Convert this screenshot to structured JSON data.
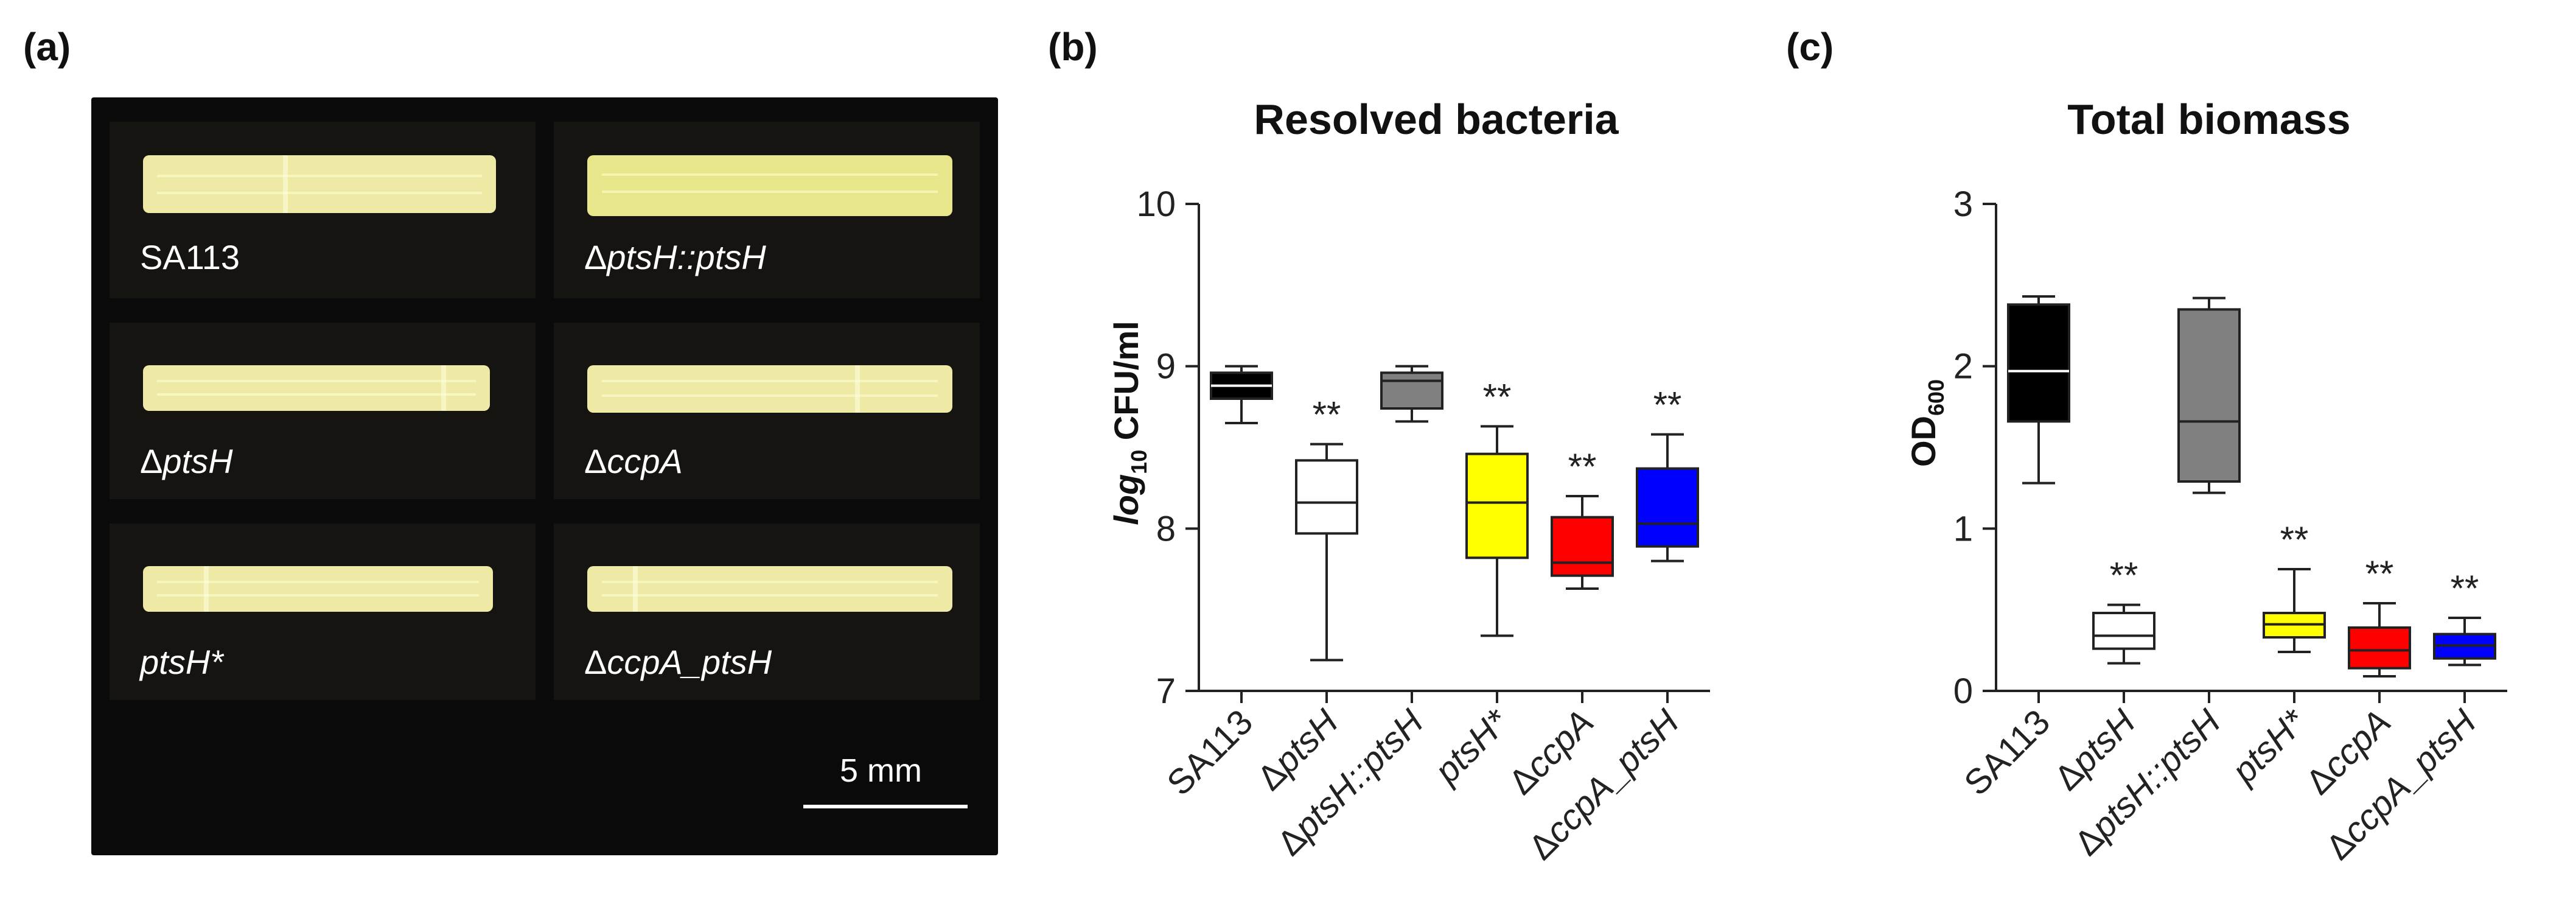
{
  "panels": {
    "a": "(a)",
    "b": "(b)",
    "c": "(c)"
  },
  "photo": {
    "labels": {
      "sa113": "SA113",
      "comp_delta": "Δ",
      "comp_italic": "ptsH::ptsH",
      "ptsh_delta": "Δ",
      "ptsh_italic": "ptsH",
      "ccpa_delta": "Δ",
      "ccpa_italic": "ccpA",
      "ptshstar": "ptsH*",
      "ccpaptsh_delta": "Δ",
      "ccpaptsh_italic": "ccpA_ptsH"
    },
    "scale_label": "5 mm",
    "tube_color": "#f3f0b0"
  },
  "chart_data": [
    {
      "type": "boxplot",
      "title": "Resolved bacteria",
      "ylabel_main": "log",
      "ylabel_sub": "10",
      "ylabel_rest": " CFU/ml",
      "ylim": [
        7,
        10
      ],
      "yticks": [
        "7",
        "8",
        "9",
        "10"
      ],
      "categories": [
        "SA113",
        "ΔptsH",
        "ΔptsH::ptsH",
        "ptsH*",
        "ΔccpA",
        "ΔccpA_ptsH"
      ],
      "boxes": [
        {
          "min": 8.65,
          "q1": 8.8,
          "median": 8.88,
          "q3": 8.96,
          "max": 9.0,
          "fill": "#000000",
          "stars": ""
        },
        {
          "min": 7.19,
          "q1": 7.97,
          "median": 8.16,
          "q3": 8.42,
          "max": 8.52,
          "fill": "#ffffff",
          "stars": "**"
        },
        {
          "min": 8.66,
          "q1": 8.74,
          "median": 8.91,
          "q3": 8.96,
          "max": 9.0,
          "fill": "#808080",
          "stars": ""
        },
        {
          "min": 7.34,
          "q1": 7.82,
          "median": 8.16,
          "q3": 8.46,
          "max": 8.63,
          "fill": "#ffff00",
          "stars": "**"
        },
        {
          "min": 7.63,
          "q1": 7.71,
          "median": 7.79,
          "q3": 8.07,
          "max": 8.2,
          "fill": "#ff0000",
          "stars": "**"
        },
        {
          "min": 7.8,
          "q1": 7.89,
          "median": 8.03,
          "q3": 8.37,
          "max": 8.58,
          "fill": "#0000ff",
          "stars": "**"
        }
      ],
      "grid": false,
      "legend": "none"
    },
    {
      "type": "boxplot",
      "title": "Total biomass",
      "ylabel_main": "OD",
      "ylabel_sub": "600",
      "ylabel_rest": "",
      "ylim": [
        0,
        3
      ],
      "yticks": [
        "0",
        "1",
        "2",
        "3"
      ],
      "categories": [
        "SA113",
        "ΔptsH",
        "ΔptsH::ptsH",
        "ptsH*",
        "ΔccpA",
        "ΔccpA_ptsH"
      ],
      "boxes": [
        {
          "min": 1.28,
          "q1": 1.66,
          "median": 1.97,
          "q3": 2.38,
          "max": 2.43,
          "fill": "#000000",
          "stars": ""
        },
        {
          "min": 0.17,
          "q1": 0.26,
          "median": 0.34,
          "q3": 0.48,
          "max": 0.53,
          "fill": "#ffffff",
          "stars": "**"
        },
        {
          "min": 1.22,
          "q1": 1.29,
          "median": 1.66,
          "q3": 2.35,
          "max": 2.42,
          "fill": "#808080",
          "stars": ""
        },
        {
          "min": 0.24,
          "q1": 0.33,
          "median": 0.41,
          "q3": 0.48,
          "max": 0.75,
          "fill": "#ffff00",
          "stars": "**"
        },
        {
          "min": 0.09,
          "q1": 0.14,
          "median": 0.25,
          "q3": 0.39,
          "max": 0.54,
          "fill": "#ff0000",
          "stars": "**"
        },
        {
          "min": 0.16,
          "q1": 0.2,
          "median": 0.28,
          "q3": 0.35,
          "max": 0.45,
          "fill": "#0000ff",
          "stars": "**"
        }
      ],
      "grid": false,
      "legend": "none"
    }
  ]
}
